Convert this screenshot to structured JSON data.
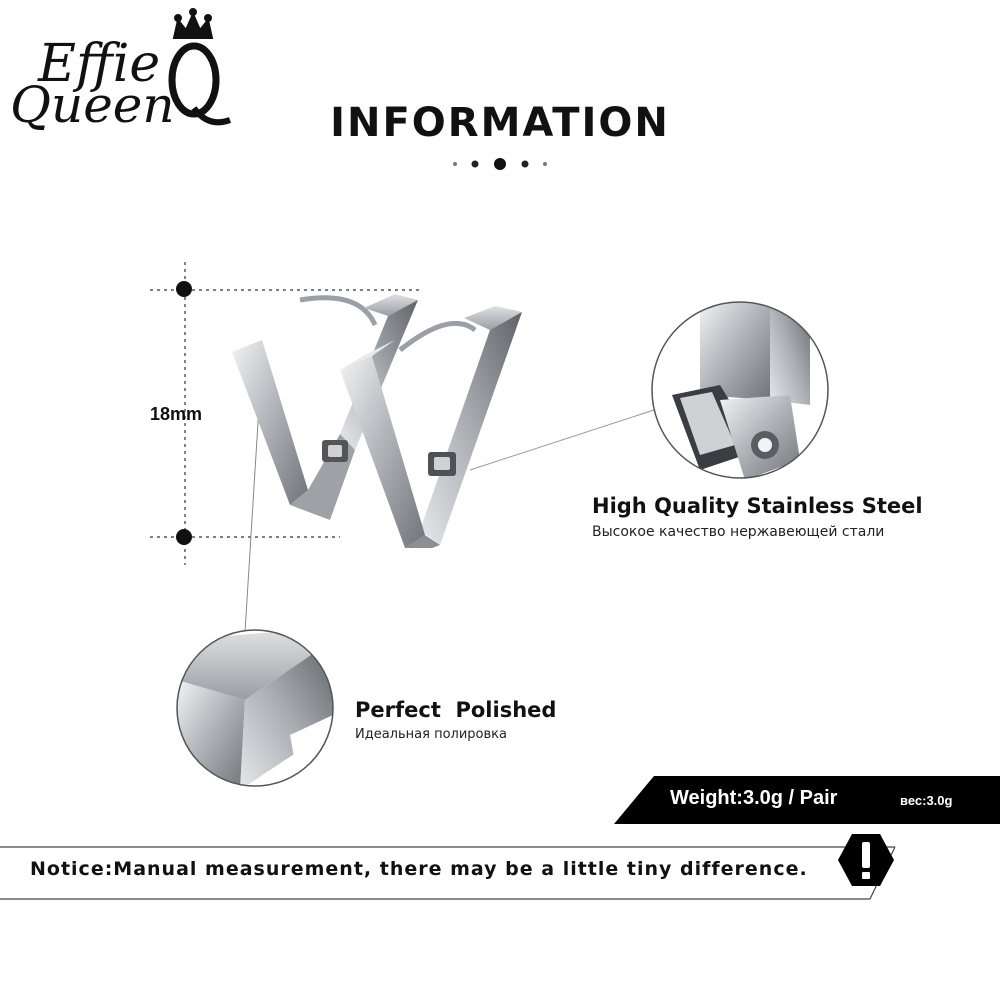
{
  "brand": {
    "line1": "Effie",
    "line2": "Queen",
    "monogram": "Q",
    "crown_icon": "crown-icon"
  },
  "header": {
    "title": "INFORMATION"
  },
  "dimension": {
    "label": "18mm"
  },
  "features": {
    "steel_en": "High Quality Stainless Steel",
    "steel_ru": "Высокое качество нержавеющей стали",
    "polish_en": "Perfect  Polished",
    "polish_ru": "Идеальная полировка"
  },
  "weight": {
    "main": "Weight:3.0g / Pair",
    "ru": "вес:3.0g"
  },
  "notice": {
    "text": "Notice:Manual measurement, there may be a little tiny difference.",
    "icon": "exclamation-icon"
  },
  "colors": {
    "text": "#111111",
    "band": "#000000",
    "steel": "#b8bcc0",
    "background": "#ffffff"
  }
}
